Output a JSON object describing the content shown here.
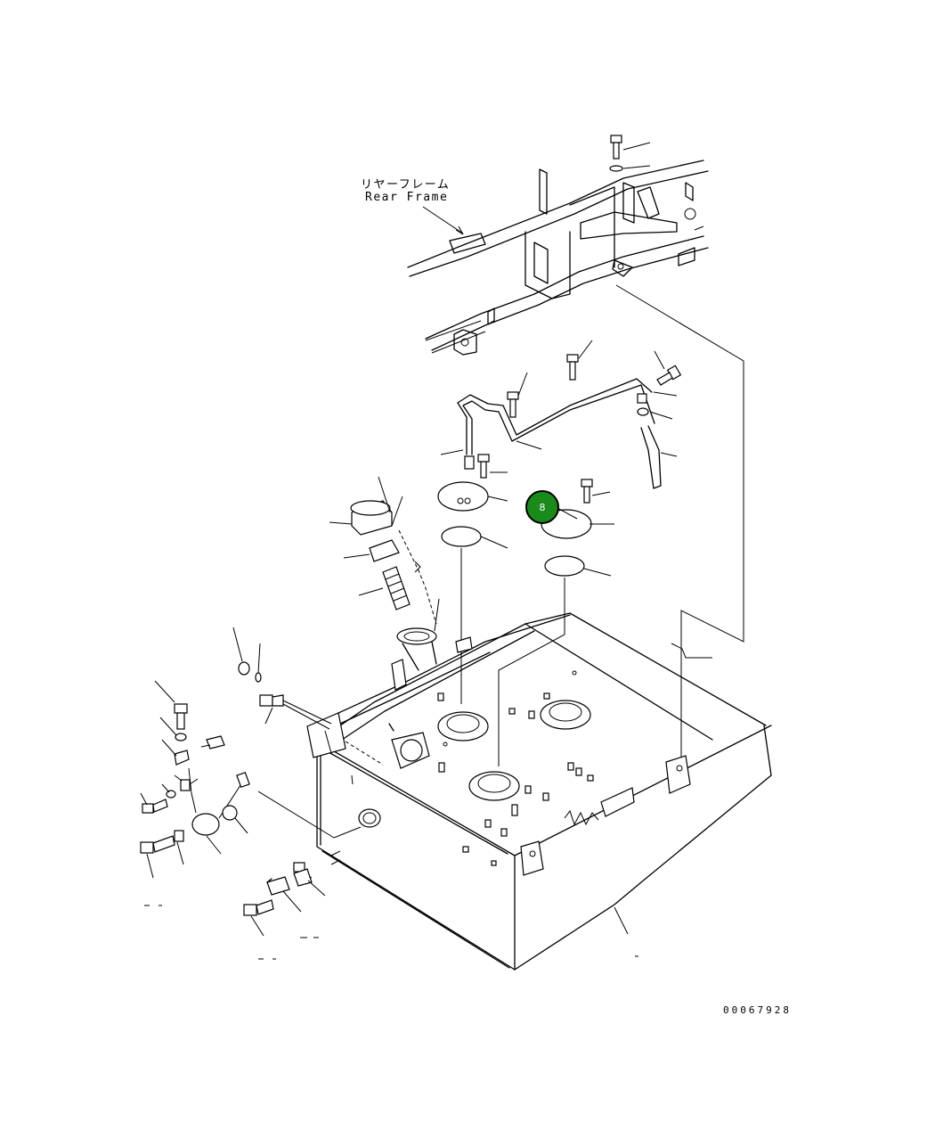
{
  "labels": {
    "rear_frame_jp": "リヤーフレーム",
    "rear_frame_en": "Rear Frame",
    "doc_number": "00067928"
  },
  "callout": {
    "number": "8",
    "color": "#1a8a1a"
  },
  "colors": {
    "line": "#000000",
    "background": "#ffffff"
  }
}
